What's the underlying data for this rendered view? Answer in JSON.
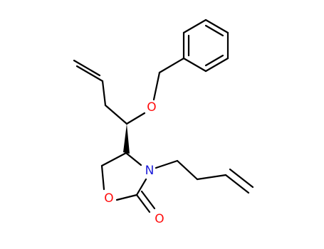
{
  "molecule": {
    "atoms": {
      "oxygen_ether": "O",
      "nitrogen_ring": "N",
      "oxygen_ring": "O",
      "oxygen_carbonyl": "O"
    },
    "colors": {
      "bond": "#000000",
      "oxygen": "#ff0d0d",
      "nitrogen": "#1a1ad9"
    }
  }
}
